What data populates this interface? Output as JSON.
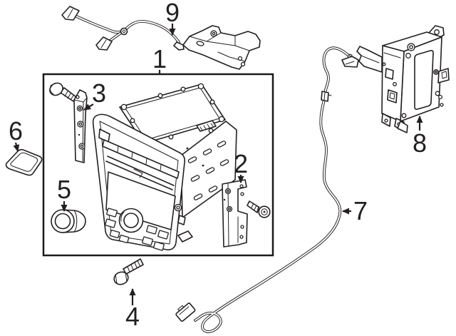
{
  "diagram": {
    "background_color": "#ffffff",
    "line_color": "#231f20",
    "box_border_color": "#1b1b1b",
    "callouts": [
      {
        "number": "1",
        "part": "audio-head-unit-assembly"
      },
      {
        "number": "2",
        "part": "right-mounting-bracket-with-screw"
      },
      {
        "number": "3",
        "part": "left-mounting-bracket-with-bolt"
      },
      {
        "number": "4",
        "part": "mounting-bolt"
      },
      {
        "number": "5",
        "part": "control-knob"
      },
      {
        "number": "6",
        "part": "pad-gasket"
      },
      {
        "number": "7",
        "part": "antenna-feeder-cable"
      },
      {
        "number": "8",
        "part": "control-module-with-bracket"
      },
      {
        "number": "9",
        "part": "wiring-harness-with-bracket"
      }
    ]
  }
}
